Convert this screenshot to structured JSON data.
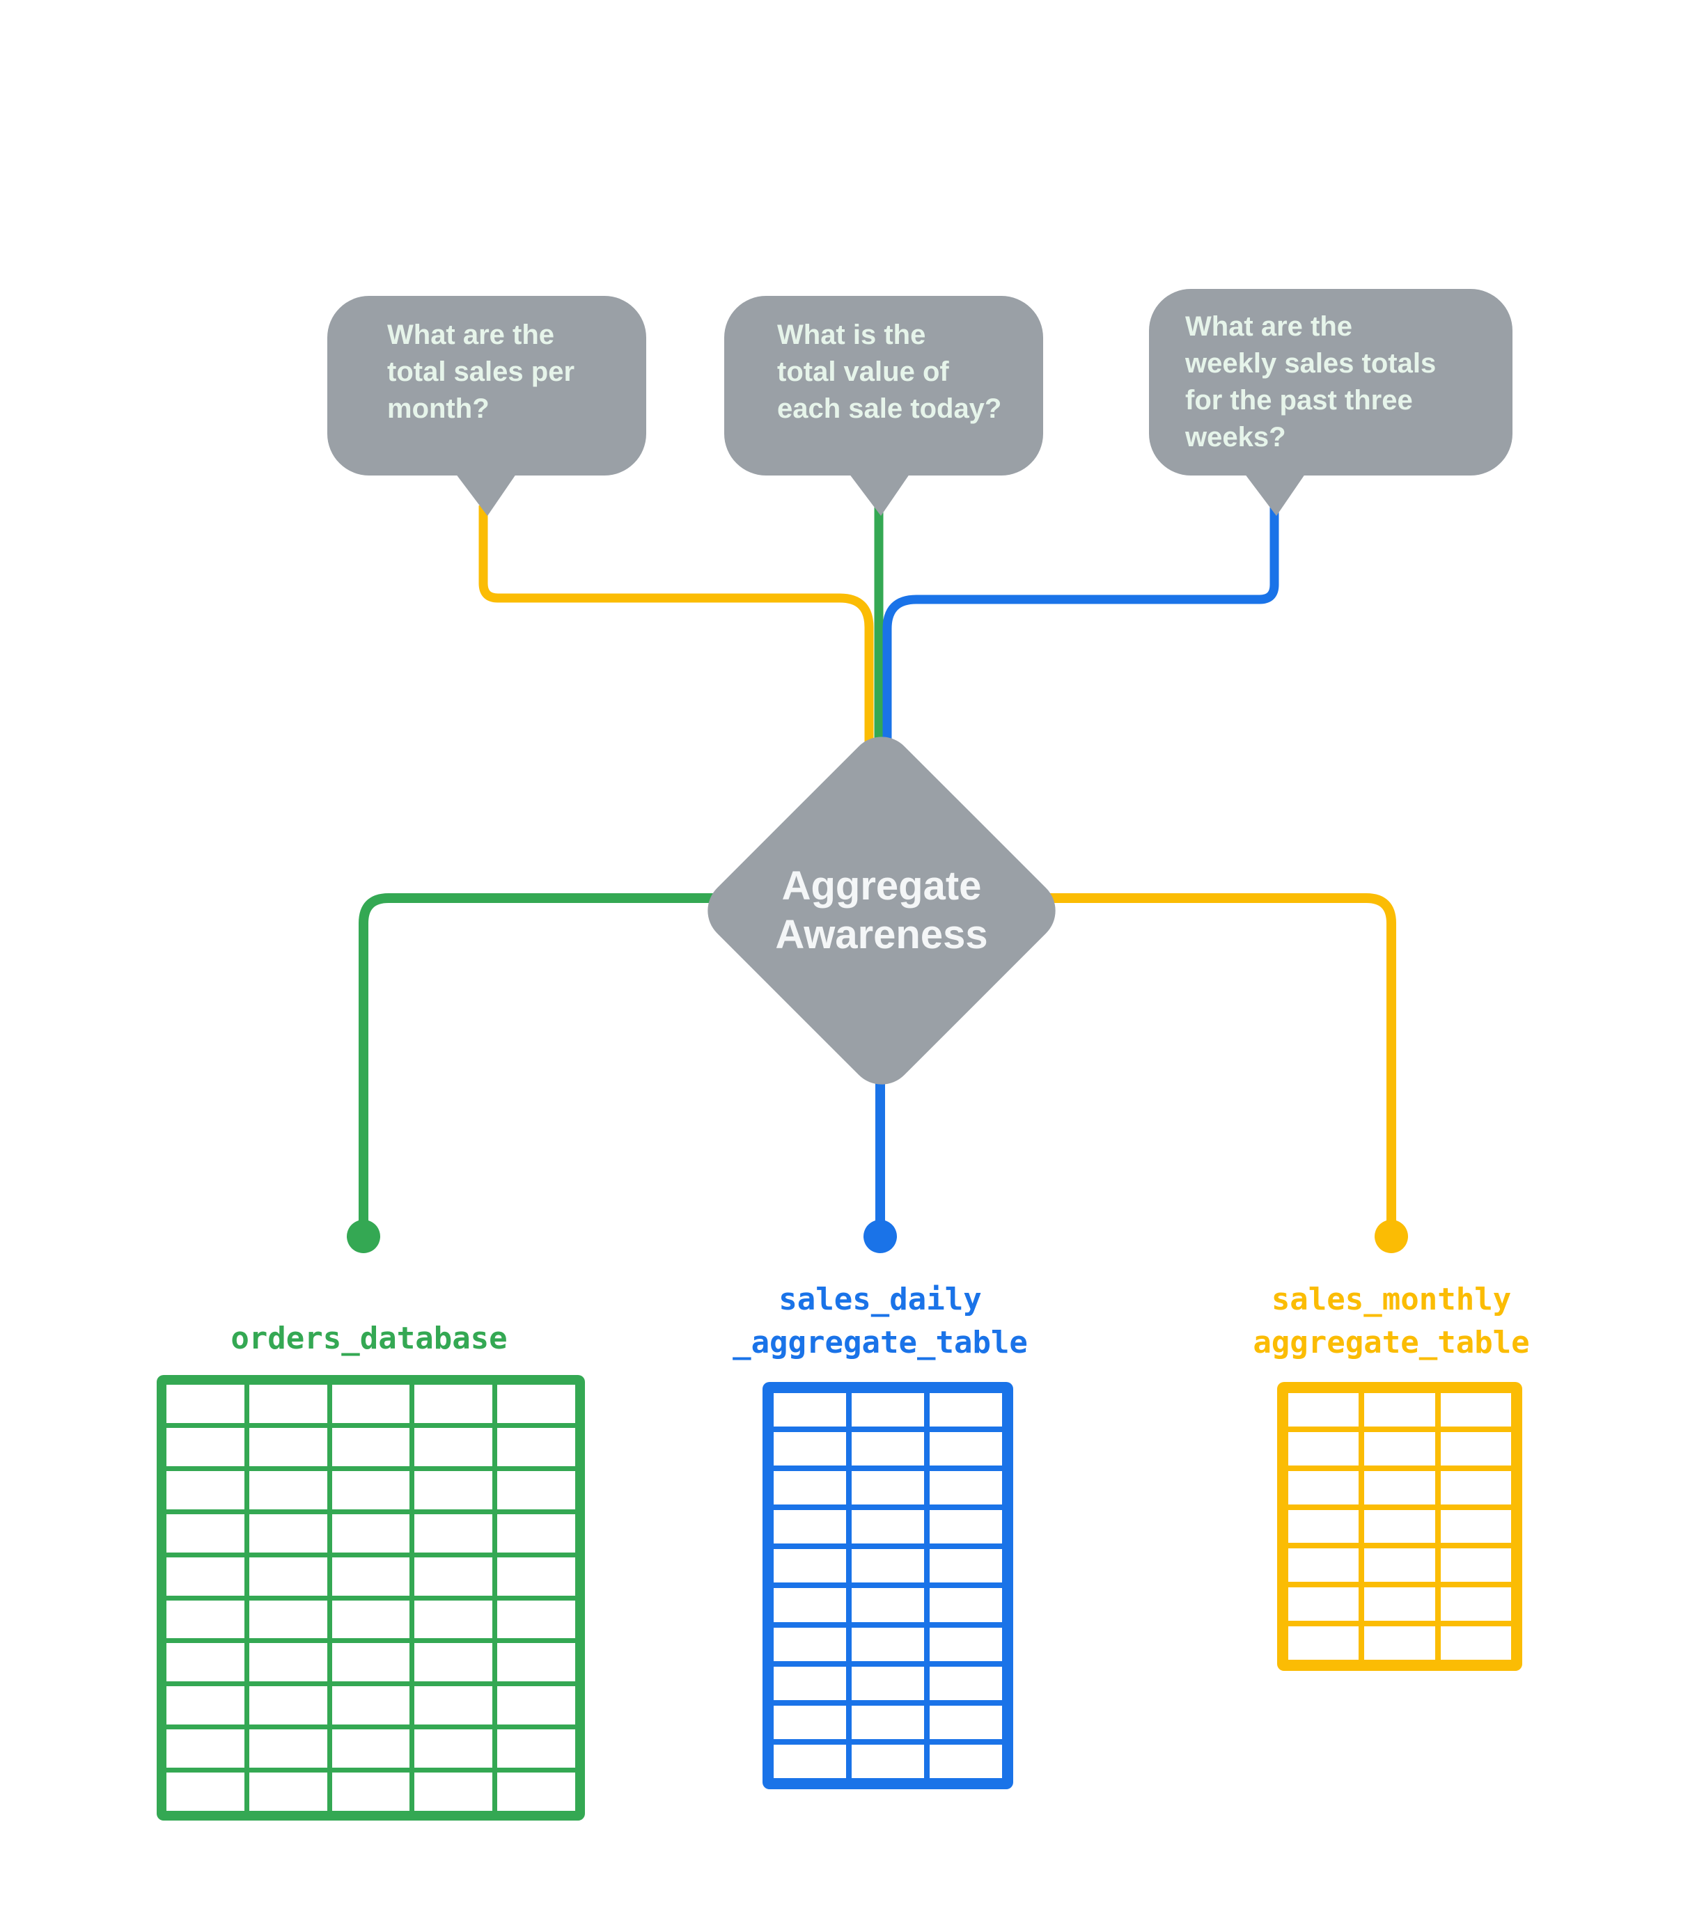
{
  "questions": [
    {
      "id": "total-sales-per-month",
      "lines": [
        "What are the",
        "total sales per",
        "month?"
      ],
      "connector_color": "#FBBC04"
    },
    {
      "id": "total-value-each-sale-today",
      "lines": [
        "What is the",
        "total value of",
        "each sale today?"
      ],
      "connector_color": "#34A853"
    },
    {
      "id": "weekly-sales-totals-past-three-weeks",
      "lines": [
        "What are the",
        "weekly sales totals",
        "for the past three",
        "weeks?"
      ],
      "connector_color": "#1A73E8"
    }
  ],
  "diamond": {
    "lines": [
      "Aggregate",
      "Awareness"
    ]
  },
  "tables": [
    {
      "name": "orders_database",
      "label_lines": [
        "orders_database"
      ],
      "color": "#34A853",
      "columns": 5,
      "rows": 10
    },
    {
      "name": "sales_daily_aggregate_table",
      "label_lines": [
        "sales_daily",
        "_aggregate_table"
      ],
      "color": "#1A73E8",
      "columns": 3,
      "rows": 10
    },
    {
      "name": "sales_monthly_aggregate_table",
      "label_lines": [
        "sales_monthly",
        "aggregate_table"
      ],
      "color": "#FBBC04",
      "columns": 3,
      "rows": 7
    }
  ],
  "colors": {
    "bubble_fill": "#9AA0A6",
    "bubble_text": "#E6F4EA",
    "diamond_fill": "#9AA0A6",
    "diamond_text": "#F4F6F7",
    "yellow": "#FBBC04",
    "green": "#34A853",
    "blue": "#1A73E8"
  }
}
